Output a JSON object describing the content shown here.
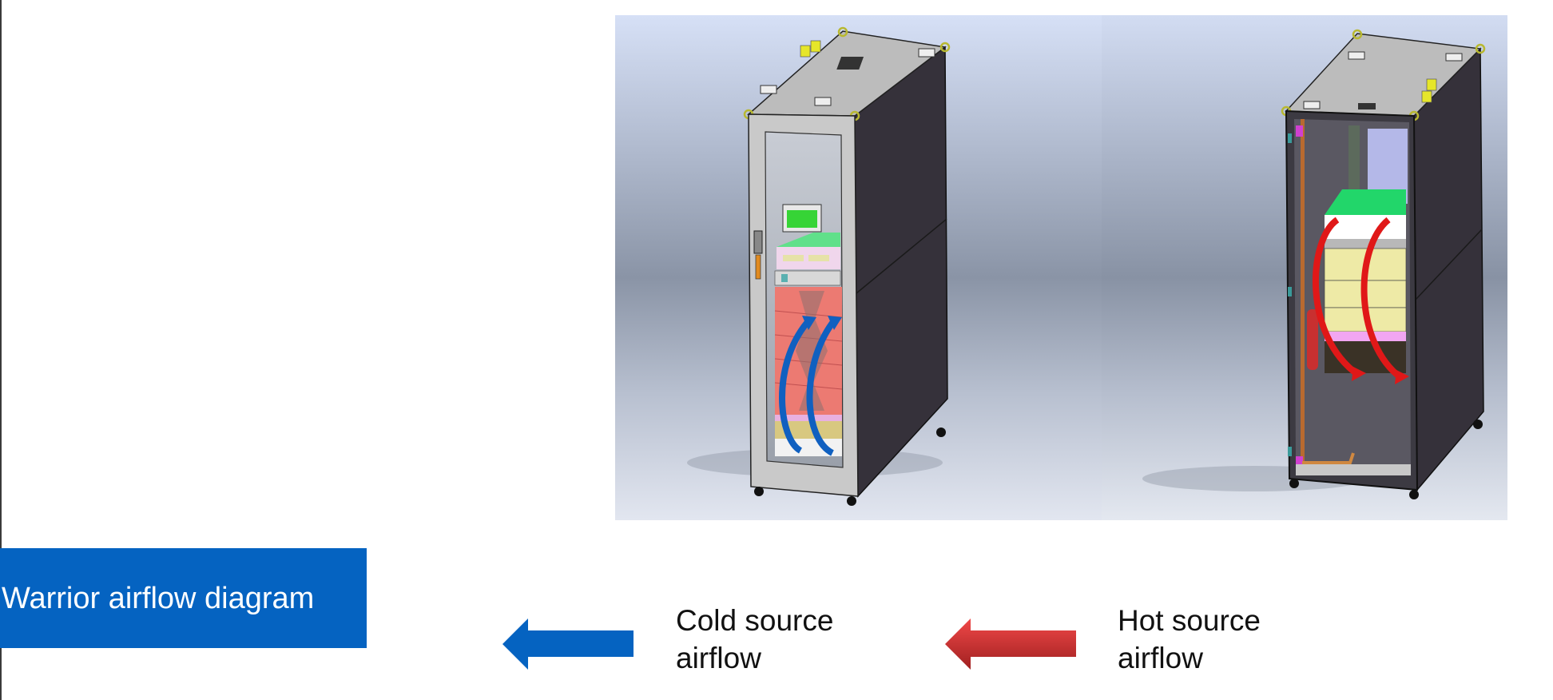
{
  "title": "Warrior airflow diagram",
  "colors": {
    "banner": "#0563c1",
    "cold_arrow": "#0563c1",
    "hot_arrow_top": "#f04848",
    "hot_arrow_bottom": "#a02020",
    "cabinet_side": "#333038",
    "cabinet_front": "#c9c9c9",
    "cabinet_top": "#bdbdbd"
  },
  "figure": {
    "left_view": "cabinet-front-view",
    "right_view": "cabinet-rear-view"
  },
  "legend": [
    {
      "icon": "arrow-left-blue-icon",
      "line1": "Cold source",
      "line2": "airflow"
    },
    {
      "icon": "arrow-left-red-icon",
      "line1": "Hot source",
      "line2": "airflow"
    }
  ]
}
